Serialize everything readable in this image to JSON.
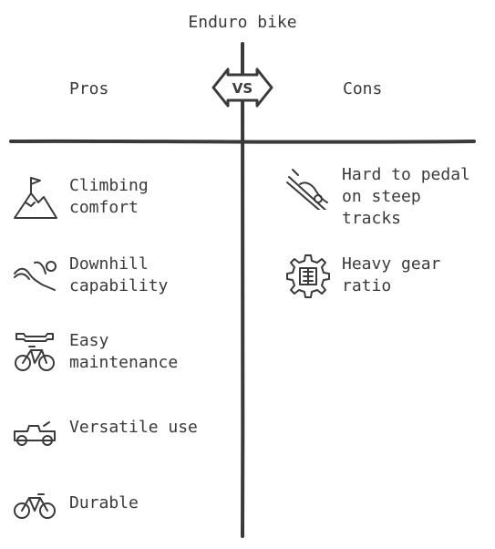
{
  "title": "Enduro bike",
  "badge": "VS",
  "pros": {
    "heading": "Pros",
    "items": [
      {
        "line1": "Climbing",
        "line2": "comfort",
        "icon": "mountain-flag-icon"
      },
      {
        "line1": "Downhill",
        "line2": "capability",
        "icon": "downhill-rider-icon"
      },
      {
        "line1": "Easy",
        "line2": "maintenance",
        "icon": "wrench-bike-icon"
      },
      {
        "line1": "Versatile use",
        "line2": "",
        "icon": "atv-icon"
      },
      {
        "line1": "Durable",
        "line2": "",
        "icon": "mountain-bike-icon"
      }
    ]
  },
  "cons": {
    "heading": "Cons",
    "items": [
      {
        "line1": "Hard to pedal",
        "line2": "on steep",
        "line3": "tracks",
        "icon": "rider-on-slope-icon"
      },
      {
        "line1": "Heavy gear",
        "line2": "ratio",
        "icon": "gear-icon"
      }
    ]
  }
}
